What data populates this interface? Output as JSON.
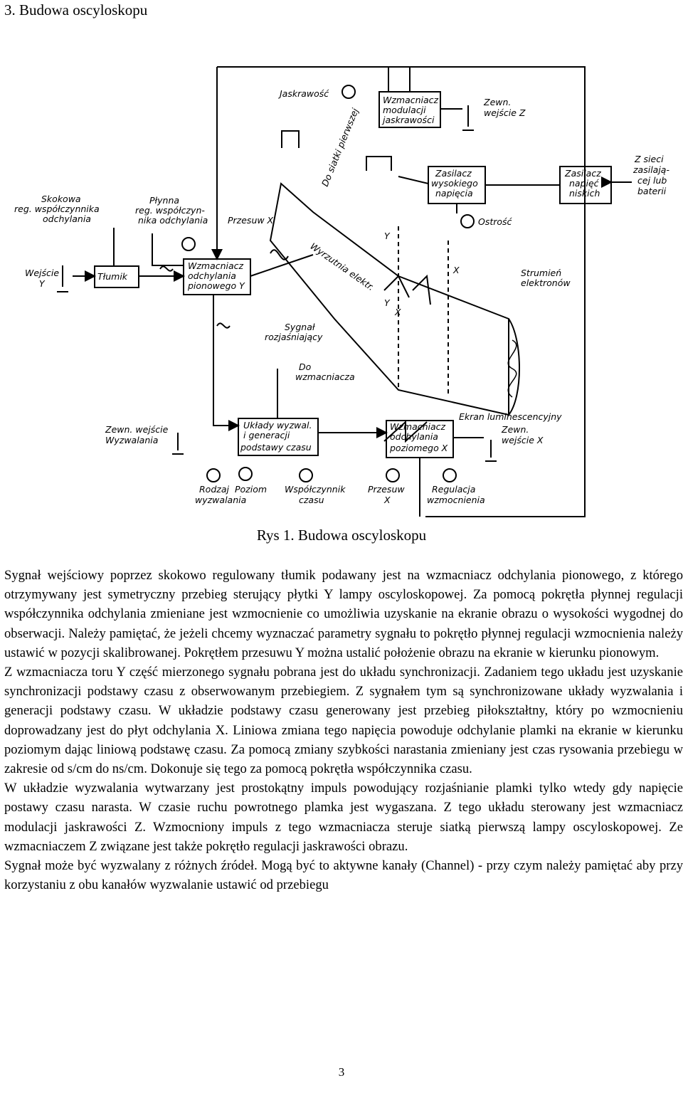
{
  "heading": "3.   Budowa oscyloskopu",
  "figure": {
    "labels": {
      "jaskrawosc": "Jaskrawość",
      "wzm_mod_1": "Wzmacniacz",
      "wzm_mod_2": "modulacji",
      "wzm_mod_3": "jaskrawości",
      "zewn_z_1": "Zewn.",
      "zewn_z_2": "wejście Z",
      "do_siatki": "Do siatki pierwszej",
      "z_sieci_1": "Z sieci",
      "z_sieci_2": "zasilają-",
      "z_sieci_3": "cej lub",
      "z_sieci_4": "baterii",
      "zas_wys_1": "Zasilacz",
      "zas_wys_2": "wysokiego",
      "zas_wys_3": "napięcia",
      "zas_nis_1": "Zasilacz",
      "zas_nis_2": "napięć",
      "zas_nis_3": "niskich",
      "skokowa_1": "Skokowa",
      "skokowa_2": "reg. współczynnika",
      "skokowa_3": "odchylania",
      "plynna_1": "Płynna",
      "plynna_2": "reg. współczyn-",
      "plynna_3": "nika odchylania",
      "przesuw_x": "Przesuw X",
      "ostrosc": "Ostrość",
      "y_top": "Y",
      "y_bottom": "Y",
      "x_top": "X",
      "x_bottom": "X",
      "wejscie_y_1": "Wejście",
      "wejscie_y_2": "Y",
      "tlumik": "Tłumik",
      "wzm_pion_1": "Wzmacniacz",
      "wzm_pion_2": "odchylania",
      "wzm_pion_3": "pionowego Y",
      "wyrzutnia": "Wyrzutnia elektr.",
      "strumien_1": "Strumień",
      "strumien_2": "elektronów",
      "sygnal_1": "Sygnał",
      "sygnal_2": "rozjaśniający",
      "do_wzm_1": "Do",
      "do_wzm_2": "wzmacniacza",
      "ekran": "Ekran luminescencyjny",
      "zewn_wyzw_1": "Zewn. wejście",
      "zewn_wyzw_2": "Wyzwalania",
      "uklady_1": "Układy wyzwal.",
      "uklady_2": "i generacji",
      "uklady_3": "podstawy czasu",
      "wzm_poz_1": "Wzmacniacz",
      "wzm_poz_2": "odchylania",
      "wzm_poz_3": "poziomego X",
      "zewn_x_1": "Zewn.",
      "zewn_x_2": "wejście X",
      "rodzaj_1": "Rodzaj",
      "rodzaj_2": "wyzwalania",
      "poziom": "Poziom",
      "wspolczynnik_1": "Współczynnik",
      "wspolczynnik_2": "czasu",
      "przesuw_x2_1": "Przesuw",
      "przesuw_x2_2": "X",
      "regulacja_1": "Regulacja",
      "regulacja_2": "wzmocnienia"
    }
  },
  "caption": "Rys 1. Budowa oscyloskopu",
  "paragraphs": [
    "Sygnał wejściowy poprzez skokowo regulowany tłumik podawany jest na wzmacniacz odchylania pionowego, z którego otrzymywany jest symetryczny przebieg sterujący płytki Y lampy oscyloskopowej. Za pomocą pokrętła płynnej regulacji współczynnika odchylania zmieniane jest wzmocnienie co umożliwia uzyskanie na ekranie obrazu o wysokości wygodnej do obserwacji. Należy pamiętać, że jeżeli chcemy wyznaczać parametry sygnału to pokrętło płynnej regulacji wzmocnienia należy ustawić w pozycji skalibrowanej. Pokrętłem przesuwu Y można ustalić położenie obrazu na ekranie w kierunku pionowym.",
    "Z wzmacniacza toru Y część mierzonego sygnału pobrana jest do układu synchronizacji. Zadaniem tego układu jest uzyskanie synchronizacji podstawy czasu z obserwowanym przebiegiem. Z sygnałem tym są synchronizowane układy wyzwalania i generacji podstawy czasu. W układzie podstawy czasu generowany jest przebieg piłokształtny, który po wzmocnieniu doprowadzany jest do płyt odchylania X. Liniowa zmiana tego napięcia powoduje odchylanie plamki na ekranie w kierunku poziomym dając liniową podstawę czasu. Za pomocą zmiany szybkości narastania zmieniany jest czas rysowania przebiegu w zakresie od s/cm do ns/cm. Dokonuje się tego za pomocą pokrętła współczynnika czasu.",
    "W układzie wyzwalania wytwarzany jest prostokątny impuls powodujący rozjaśnianie plamki tylko wtedy gdy napięcie postawy czasu narasta. W czasie ruchu powrotnego plamka jest wygaszana. Z tego układu sterowany jest wzmacniacz modulacji jaskrawości Z. Wzmocniony impuls z tego wzmacniacza steruje siatką pierwszą lampy oscyloskopowej. Ze wzmacniaczem Z związane jest także pokrętło regulacji jaskrawości obrazu.",
    "Sygnał może być wyzwalany z różnych źródeł. Mogą być to aktywne kanały (Channel) - przy czym należy pamiętać aby przy korzystaniu z obu kanałów wyzwalanie ustawić od przebiegu"
  ],
  "page_number": "3"
}
